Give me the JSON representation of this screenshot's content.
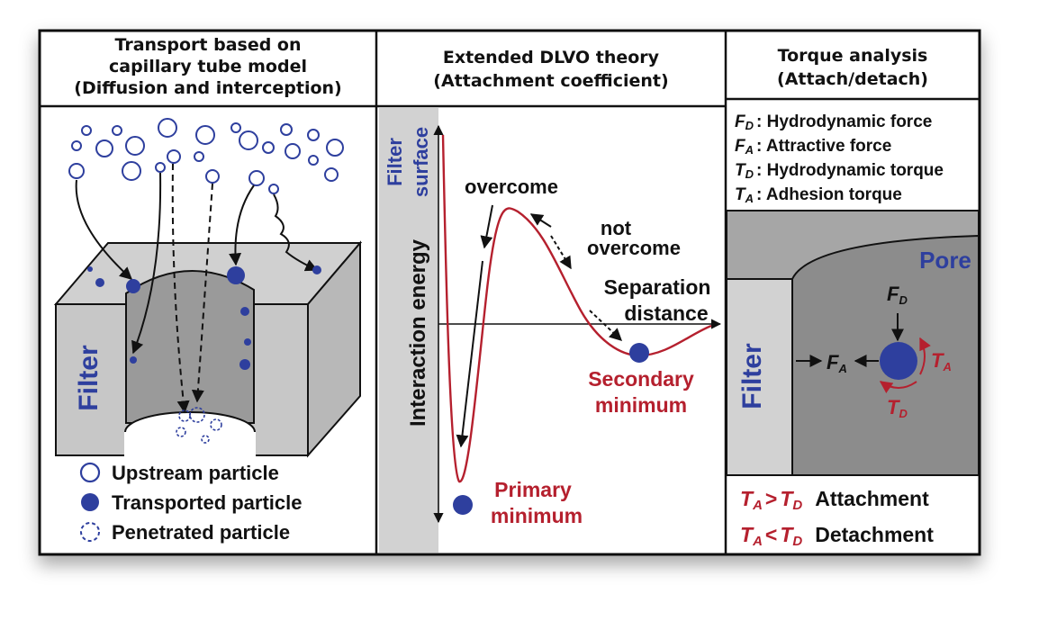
{
  "panel1": {
    "title_line1": "Transport based on",
    "title_line2": "capillary tube model",
    "title_line3": "(Diffusion and interception)",
    "filter_label": "Filter",
    "legend": {
      "upstream": "Upstream particle",
      "transported": "Transported particle",
      "penetrated": "Penetrated particle"
    }
  },
  "panel2": {
    "title_line1": "Extended DLVO theory",
    "title_line2": "(Attachment coefficient)",
    "filter_word": "Filter",
    "surface_word": "surface",
    "y_axis_label": "Interaction energy",
    "x_axis_label_line1": "Separation",
    "x_axis_label_line2": "distance",
    "overcome": "overcome",
    "not_line1": "not",
    "not_line2": "overcome",
    "secondary_line1": "Secondary",
    "secondary_line2": "minimum",
    "primary_line1": "Primary",
    "primary_line2": "minimum"
  },
  "panel3": {
    "title_line1": "Torque analysis",
    "title_line2": "(Attach/detach)",
    "defs": [
      {
        "sym": "F",
        "sub": "D",
        "text": ": Hydrodynamic force"
      },
      {
        "sym": "F",
        "sub": "A",
        "text": ": Attractive force"
      },
      {
        "sym": "T",
        "sub": "D",
        "text": ": Hydrodynamic torque"
      },
      {
        "sym": "T",
        "sub": "A",
        "text": ": Adhesion torque"
      }
    ],
    "pore_label": "Pore",
    "filter_label": "Filter",
    "fd_sym": "F",
    "fd_sub": "D",
    "fa_sym": "F",
    "fa_sub": "A",
    "ta_sym": "T",
    "ta_sub": "A",
    "td_sym": "T",
    "td_sub": "D",
    "attach": {
      "lhs": "T",
      "lhs_sub": "A",
      "op": ">",
      "rhs": "T",
      "rhs_sub": "D",
      "word": "Attachment"
    },
    "detach": {
      "lhs": "T",
      "lhs_sub": "A",
      "op": "<",
      "rhs": "T",
      "rhs_sub": "D",
      "word": "Detachment"
    }
  },
  "colors": {
    "red": "#b5202e",
    "blue": "#2e3f9e",
    "gray_light": "#d2d2d2",
    "gray_mid": "#aaaaaa",
    "gray_dark": "#8c8c8c"
  }
}
